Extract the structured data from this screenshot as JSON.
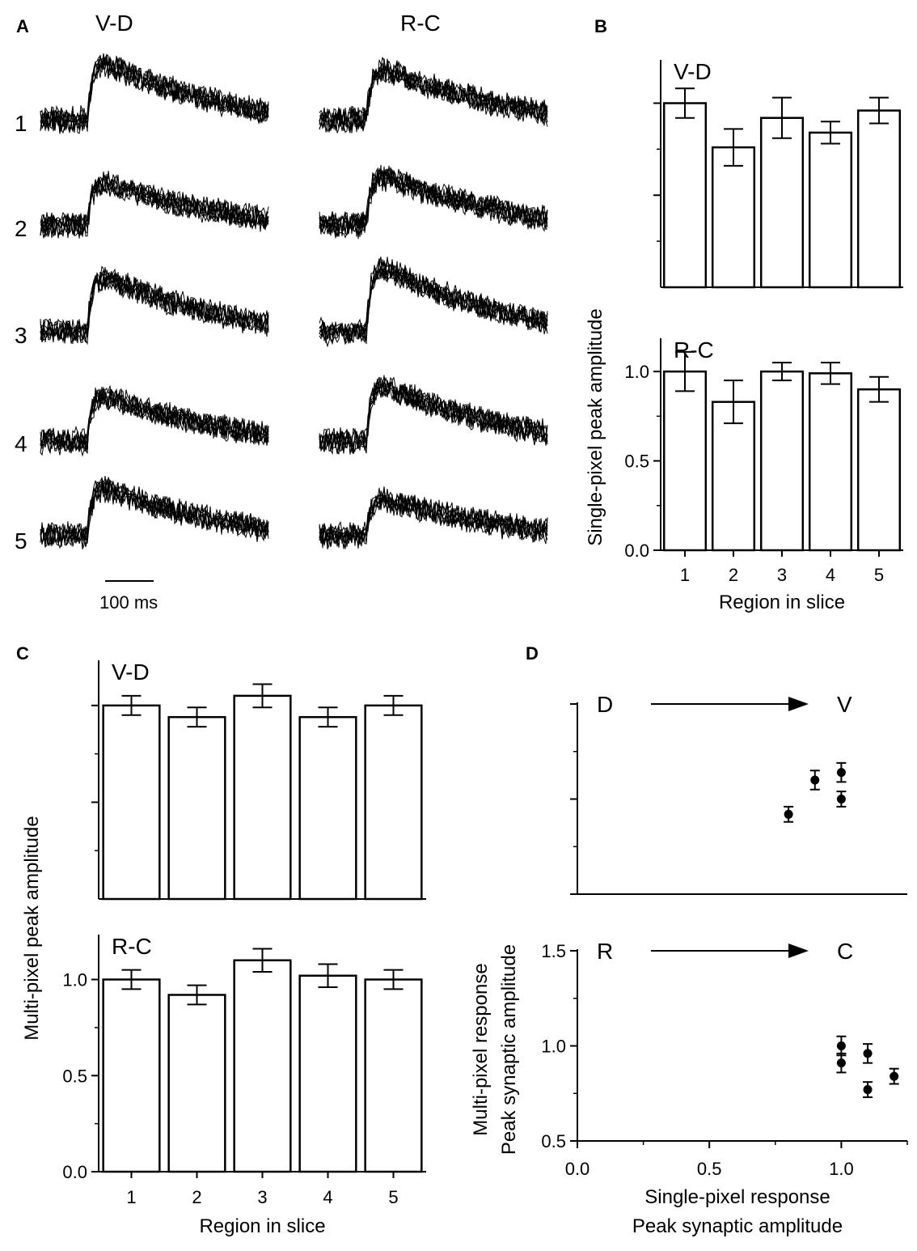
{
  "panels": {
    "A": {
      "letter": "A",
      "col_titles": [
        "V-D",
        "R-C"
      ],
      "row_labels": [
        "1",
        "2",
        "3",
        "4",
        "5"
      ],
      "scale_bar_label": "100 ms"
    },
    "B": {
      "letter": "B"
    },
    "C": {
      "letter": "C"
    },
    "D": {
      "letter": "D"
    }
  },
  "chart_data": [
    {
      "id": "B",
      "type": "bar",
      "ylabel": "Single-pixel peak amplitude",
      "xlabel": "Region in slice",
      "categories": [
        "1",
        "2",
        "3",
        "4",
        "5"
      ],
      "subplots": [
        {
          "title": "V-D",
          "ylim": [
            0.0,
            1.2
          ],
          "show_tick_labels": false,
          "values": [
            1.0,
            0.76,
            0.92,
            0.84,
            0.96
          ],
          "errors": [
            0.08,
            0.1,
            0.11,
            0.06,
            0.07
          ]
        },
        {
          "title": "R-C",
          "ylim": [
            0.0,
            1.15
          ],
          "yticks": [
            0.0,
            0.5,
            1.0
          ],
          "ytick_labels": [
            "0.0",
            "0.5",
            "1.0"
          ],
          "show_tick_labels": true,
          "values": [
            1.0,
            0.83,
            1.0,
            0.99,
            0.9
          ],
          "errors": [
            0.11,
            0.12,
            0.05,
            0.06,
            0.07
          ]
        }
      ]
    },
    {
      "id": "C",
      "type": "bar",
      "ylabel": "Multi-pixel peak amplitude",
      "xlabel": "Region in slice",
      "categories": [
        "1",
        "2",
        "3",
        "4",
        "5"
      ],
      "subplots": [
        {
          "title": "V-D",
          "ylim": [
            0.0,
            1.2
          ],
          "show_tick_labels": false,
          "values": [
            1.0,
            0.94,
            1.05,
            0.94,
            1.0
          ],
          "errors": [
            0.05,
            0.05,
            0.06,
            0.05,
            0.05
          ]
        },
        {
          "title": "R-C",
          "ylim": [
            0.0,
            1.2
          ],
          "yticks": [
            0.0,
            0.5,
            1.0
          ],
          "ytick_labels": [
            "0.0",
            "0.5",
            "1.0"
          ],
          "show_tick_labels": true,
          "values": [
            1.0,
            0.92,
            1.1,
            1.02,
            1.0
          ],
          "errors": [
            0.05,
            0.05,
            0.06,
            0.06,
            0.05
          ]
        }
      ]
    },
    {
      "id": "D",
      "type": "scatter",
      "ylabel_lines": [
        "Multi-pixel response",
        "Peak synaptic amplitude"
      ],
      "xlabel_lines": [
        "Single-pixel response",
        "Peak synaptic amplitude"
      ],
      "xlim": [
        0.0,
        1.25
      ],
      "xticks": [
        0.0,
        0.5,
        1.0
      ],
      "xtick_labels": [
        "0.0",
        "0.5",
        "1.0"
      ],
      "subplots": [
        {
          "direction_from": "D",
          "direction_to": "V",
          "ylim": [
            0.5,
            1.5
          ],
          "show_tick_labels": false,
          "points": [
            {
              "x": 0.8,
              "y": 0.92,
              "err": 0.04
            },
            {
              "x": 0.9,
              "y": 1.1,
              "err": 0.05
            },
            {
              "x": 1.0,
              "y": 1.14,
              "err": 0.05
            },
            {
              "x": 1.0,
              "y": 1.0,
              "err": 0.04
            }
          ]
        },
        {
          "direction_from": "R",
          "direction_to": "C",
          "ylim": [
            0.5,
            1.5
          ],
          "yticks": [
            0.5,
            1.0,
            1.5
          ],
          "ytick_labels": [
            "0.5",
            "1.0",
            "1.5"
          ],
          "show_tick_labels": true,
          "points": [
            {
              "x": 1.0,
              "y": 1.0,
              "err": 0.05
            },
            {
              "x": 1.0,
              "y": 0.91,
              "err": 0.05
            },
            {
              "x": 1.1,
              "y": 0.96,
              "err": 0.05
            },
            {
              "x": 1.1,
              "y": 0.77,
              "err": 0.04
            },
            {
              "x": 1.2,
              "y": 0.84,
              "err": 0.04
            }
          ]
        }
      ]
    }
  ]
}
